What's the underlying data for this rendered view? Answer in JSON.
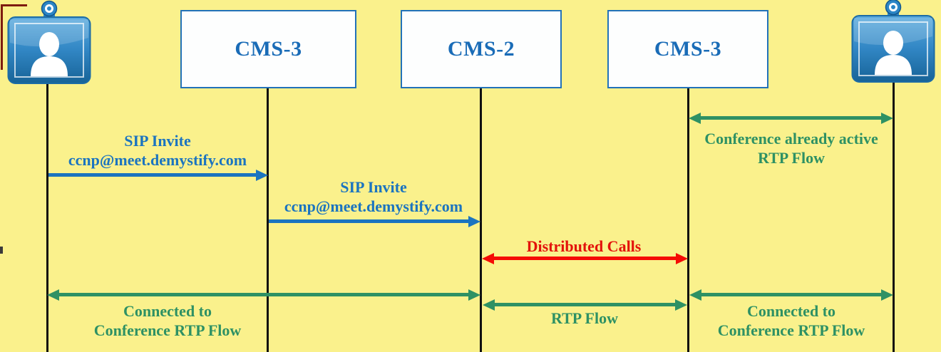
{
  "diagram": {
    "nodes": [
      {
        "label": "CMS-3"
      },
      {
        "label": "CMS-2"
      },
      {
        "label": "CMS-3"
      }
    ],
    "endpoints": {
      "left_icon": "video-endpoint-icon",
      "right_icon": "video-endpoint-icon"
    },
    "messages": [
      {
        "name": "sip-invite-1",
        "line1": "SIP Invite",
        "line2": "ccnp@meet.demystify.com",
        "from": "left-endpoint",
        "to": "CMS-3",
        "direction": "right",
        "color": "blue"
      },
      {
        "name": "sip-invite-2",
        "line1": "SIP Invite",
        "line2": "ccnp@meet.demystify.com",
        "from": "CMS-3",
        "to": "CMS-2",
        "direction": "right",
        "color": "blue"
      },
      {
        "name": "conference-already-active",
        "line1": "Conference already active",
        "line2": "RTP Flow",
        "from": "CMS-3-right",
        "to": "right-endpoint",
        "direction": "both",
        "color": "green"
      },
      {
        "name": "distributed-calls",
        "line1": "Distributed Calls",
        "from": "CMS-2",
        "to": "CMS-3-right",
        "direction": "both",
        "color": "red"
      },
      {
        "name": "connected-to-conference-left",
        "line1": "Connected to",
        "line2": "Conference RTP Flow",
        "from": "left-endpoint",
        "to": "CMS-2",
        "direction": "both",
        "color": "green"
      },
      {
        "name": "rtp-flow",
        "line1": "RTP Flow",
        "from": "CMS-2",
        "to": "CMS-3-right",
        "direction": "both",
        "color": "green"
      },
      {
        "name": "connected-to-conference-right",
        "line1": "Connected to",
        "line2": "Conference RTP Flow",
        "from": "CMS-3-right",
        "to": "right-endpoint",
        "direction": "both",
        "color": "green"
      }
    ],
    "colors": {
      "background": "#FAF18C",
      "blue": "#1B74C0",
      "green": "#2E9164",
      "red": "#F50B05",
      "red_text": "#E3120B",
      "node_border": "#2272B9",
      "node_text": "#1A6CB7",
      "lifeline": "#101010",
      "frame_corner": "#7E1C0F"
    }
  }
}
